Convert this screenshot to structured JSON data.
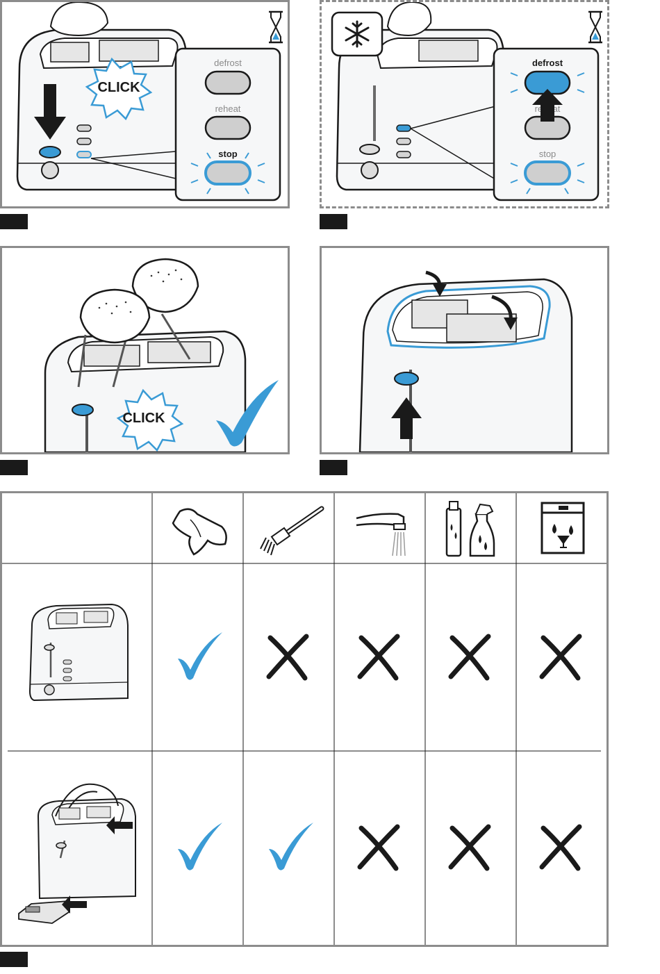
{
  "panels": {
    "stop": {
      "click_text": "CLICK",
      "buttons": {
        "defrost": "defrost",
        "reheat": "reheat",
        "stop": "stop"
      }
    },
    "defrost": {
      "buttons": {
        "defrost": "defrost",
        "reheat": "reheat",
        "stop": "stop"
      }
    },
    "done": {
      "click_text": "CLICK"
    }
  },
  "cleaning_table": {
    "columns": [
      "cloth-icon",
      "brush-icon",
      "tap-water-icon",
      "spray-cleaner-icon",
      "dishwasher-icon"
    ],
    "rows": [
      {
        "item": "toaster-body",
        "values": [
          "check",
          "cross",
          "cross",
          "cross",
          "cross"
        ]
      },
      {
        "item": "toaster-bun-rack-and-crumb-tray",
        "values": [
          "check",
          "check",
          "cross",
          "cross",
          "cross"
        ]
      }
    ]
  },
  "colors": {
    "accent": "#3a9bd5",
    "frame": "#8c8c8c",
    "dark": "#1a1a1a"
  }
}
